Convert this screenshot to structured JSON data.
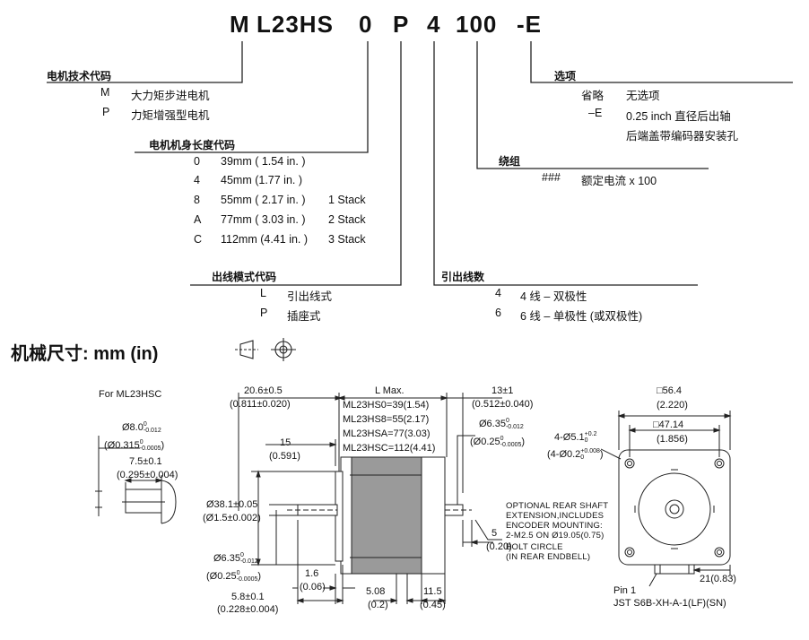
{
  "model_code": {
    "parts": [
      "M",
      "L23HS",
      "0",
      "P",
      "4",
      "100",
      "-E"
    ]
  },
  "left_sections": {
    "motor_type": {
      "title": "电机技术代码",
      "items": [
        {
          "code": "M",
          "desc": "大力矩步进电机"
        },
        {
          "code": "P",
          "desc": "力矩增强型电机"
        }
      ]
    },
    "length": {
      "title": "电机机身长度代码",
      "items": [
        {
          "code": "0",
          "desc": "39mm ( 1.54 in. )",
          "stack": ""
        },
        {
          "code": "4",
          "desc": "45mm (1.77 in. )",
          "stack": ""
        },
        {
          "code": "8",
          "desc": "55mm ( 2.17 in. )",
          "stack": "1 Stack"
        },
        {
          "code": "A",
          "desc": "77mm ( 3.03 in. )",
          "stack": "2 Stack"
        },
        {
          "code": "C",
          "desc": "112mm (4.41 in. )",
          "stack": "3 Stack"
        }
      ]
    },
    "lead_style": {
      "title": "出线模式代码",
      "items": [
        {
          "code": "L",
          "desc": "引出线式"
        },
        {
          "code": "P",
          "desc": "插座式"
        }
      ]
    }
  },
  "right_sections": {
    "options": {
      "title": "选项",
      "items": [
        {
          "code": "省略",
          "desc": "无选项",
          "desc2": ""
        },
        {
          "code": "–E",
          "desc": "0.25 inch 直径后出轴",
          "desc2": "后端盖带编码器安装孔"
        }
      ]
    },
    "winding": {
      "title": "绕组",
      "items": [
        {
          "code": "###",
          "desc": "额定电流 x 100"
        }
      ]
    },
    "leads": {
      "title": "引出线数",
      "items": [
        {
          "code": "4",
          "desc": "4 线 – 双极性"
        },
        {
          "code": "6",
          "desc": "6 线 – 单极性 (或双极性)"
        }
      ]
    }
  },
  "mechanical": {
    "title": "机械尺寸:  mm (in)"
  },
  "drawing": {
    "for_label": "For ML23HSC",
    "shaft_detail": {
      "dia8": "Ø8.0",
      "dia8_tol": "-0.012",
      "dia8_tol_top": "0",
      "dia8_in": "(Ø0.315",
      "dia8_in_tol": "-0.0005",
      "dia8_in_tol_top": "0",
      "dia8_in_close": ")",
      "flat": "7.5±0.1",
      "flat_in": "(0.295±0.004)"
    },
    "side": {
      "d_20_6": "20.6±0.5",
      "d_20_6_in": "(0.811±0.020)",
      "l_max": "L Max.",
      "lengths": [
        "ML23HS0=39(1.54)",
        "ML23HS8=55(2.17)",
        "ML23HSA=77(3.03)",
        "ML23HSC=112(4.41)"
      ],
      "d_13": "13±1",
      "d_13_in": "(0.512±0.040)",
      "d_6_35r": "Ø6.35",
      "d_6_35r_tol": "-0.012",
      "d_6_35r_tol_top": "0",
      "d_0_25r": "(Ø0.25",
      "d_0_25r_tol": "-0.0005",
      "d_0_25r_tol_top": "0",
      "d_0_25r_close": ")",
      "d_15": "15",
      "d_15_in": "(0.591)",
      "d_38": "Ø38.1±0.05",
      "d_38_in": "(Ø1.5±0.002)",
      "d_6_35": "Ø6.35",
      "d_6_35_tol": "-0.012",
      "d_6_35_tol_top": "0",
      "d_0_25": "(Ø0.25",
      "d_0_25_tol": "-0.0005",
      "d_0_25_tol_top": "0",
      "d_0_25_close": ")",
      "d_1_6": "1.6",
      "d_1_6_in": "(0.06)",
      "d_5_8": "5.8±0.1",
      "d_5_8_in": "(0.228±0.004)",
      "d_5_08": "5.08",
      "d_5_08_in": "(0.2)",
      "d_11_5": "11.5",
      "d_11_5_in": "(0.45)",
      "d_5": "5",
      "d_5_in": "(0.20)",
      "note": [
        "OPTIONAL REAR SHAFT",
        "EXTENSION,INCLUDES",
        "ENCODER MOUNTING:",
        "2-M2.5 ON Ø19.05(0.75)",
        "BOLT CIRCLE",
        "(IN REAR ENDBELL)"
      ]
    },
    "front": {
      "sq_56": "□56.4",
      "sq_56_in": "(2.220)",
      "sq_47": "□47.14",
      "sq_47_in": "(1.856)",
      "holes": "4-Ø5.1",
      "holes_tol_top": "+0.2",
      "holes_tol_bot": "0",
      "holes_in": "(4-Ø0.2",
      "holes_in_tol_top": "+0.008",
      "holes_in_tol_bot": "0",
      "holes_in_close": ")",
      "d_21": "21(0.83)",
      "pin1": "Pin 1",
      "connector": "JST S6B-XH-A-1(LF)(SN)"
    }
  }
}
